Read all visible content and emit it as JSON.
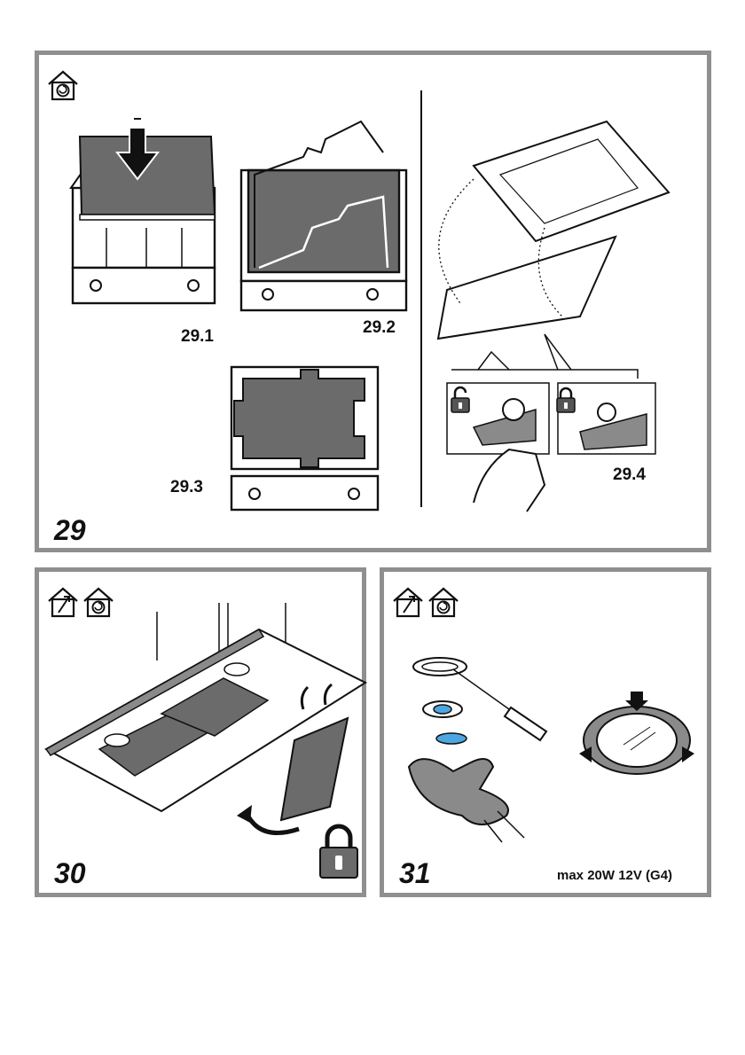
{
  "panels": {
    "p29": {
      "number": "29",
      "steps": [
        "29.1",
        "29.2",
        "29.3",
        "29.4"
      ]
    },
    "p30": {
      "number": "30"
    },
    "p31": {
      "number": "31",
      "spec": "max 20W 12V (G4)"
    }
  },
  "icons": {
    "recirculation": "recirculation-house-icon",
    "extraction": "extraction-house-icon",
    "lock": "padlock-closed-icon",
    "unlock": "padlock-open-icon"
  },
  "colors": {
    "frame": "#8f8f8f",
    "filter": "#6b6b6b",
    "lamp_glass": "#4da6e0"
  }
}
